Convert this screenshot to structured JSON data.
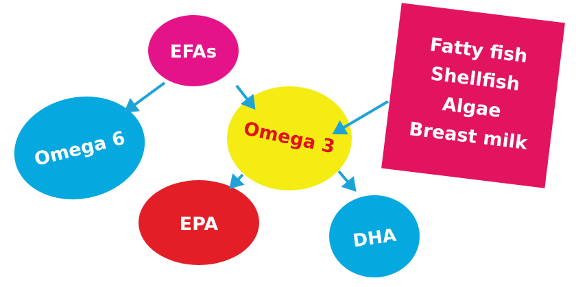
{
  "nodes": {
    "efas": {
      "label": "EFAs",
      "color": "#e5138a"
    },
    "omega6": {
      "label": "Omega 6",
      "color": "#06a8e0"
    },
    "omega3": {
      "label": "Omega 3",
      "color": "#f5ec13",
      "text_color": "#e0121c"
    },
    "epa": {
      "label": "EPA",
      "color": "#e31e26"
    },
    "dha": {
      "label": "DHA",
      "color": "#06a8e0"
    }
  },
  "sources": {
    "color": "#e2145f",
    "items": [
      "Fatty fish",
      "Shellfish",
      "Algae",
      "Breast milk"
    ]
  },
  "arrow_color": "#1ea3d8"
}
